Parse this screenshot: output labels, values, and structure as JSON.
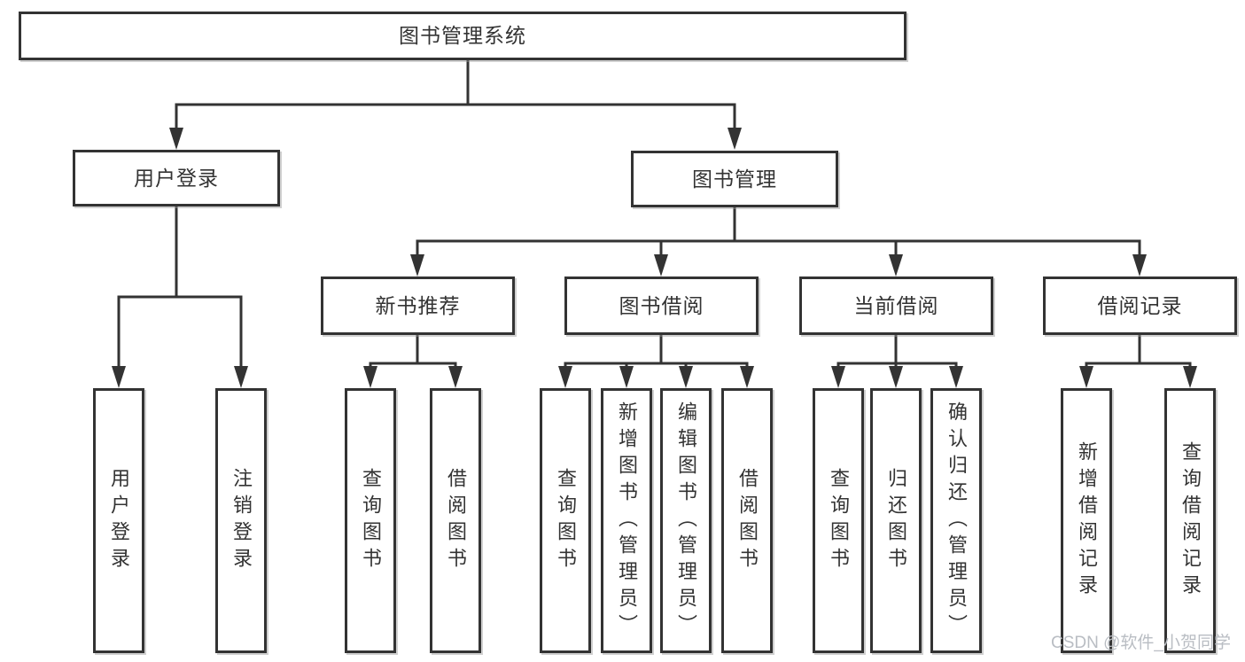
{
  "diagram": {
    "root": {
      "label": "图书管理系统"
    },
    "branches": [
      {
        "label": "用户登录",
        "children": [
          {
            "label": "用户登录"
          },
          {
            "label": "注销登录"
          }
        ]
      },
      {
        "label": "图书管理",
        "children": [
          {
            "label": "新书推荐",
            "children": [
              {
                "label": "查询图书"
              },
              {
                "label": "借阅图书"
              }
            ]
          },
          {
            "label": "图书借阅",
            "children": [
              {
                "label": "查询图书"
              },
              {
                "label": "新增图书（管理员）"
              },
              {
                "label": "编辑图书（管理员）"
              },
              {
                "label": "借阅图书"
              }
            ]
          },
          {
            "label": "当前借阅",
            "children": [
              {
                "label": "查询图书"
              },
              {
                "label": "归还图书"
              },
              {
                "label": "确认归还（管理员）"
              }
            ]
          },
          {
            "label": "借阅记录",
            "children": [
              {
                "label": "新增借阅记录"
              },
              {
                "label": "查询借阅记录"
              }
            ]
          }
        ]
      }
    ]
  },
  "watermark": {
    "text": "CSDN @软件_小贺同学"
  },
  "colors": {
    "line": "#333333",
    "text": "#333333",
    "background": "#ffffff",
    "box-bg": "#ffffff",
    "watermark": "#b9bdc3"
  }
}
